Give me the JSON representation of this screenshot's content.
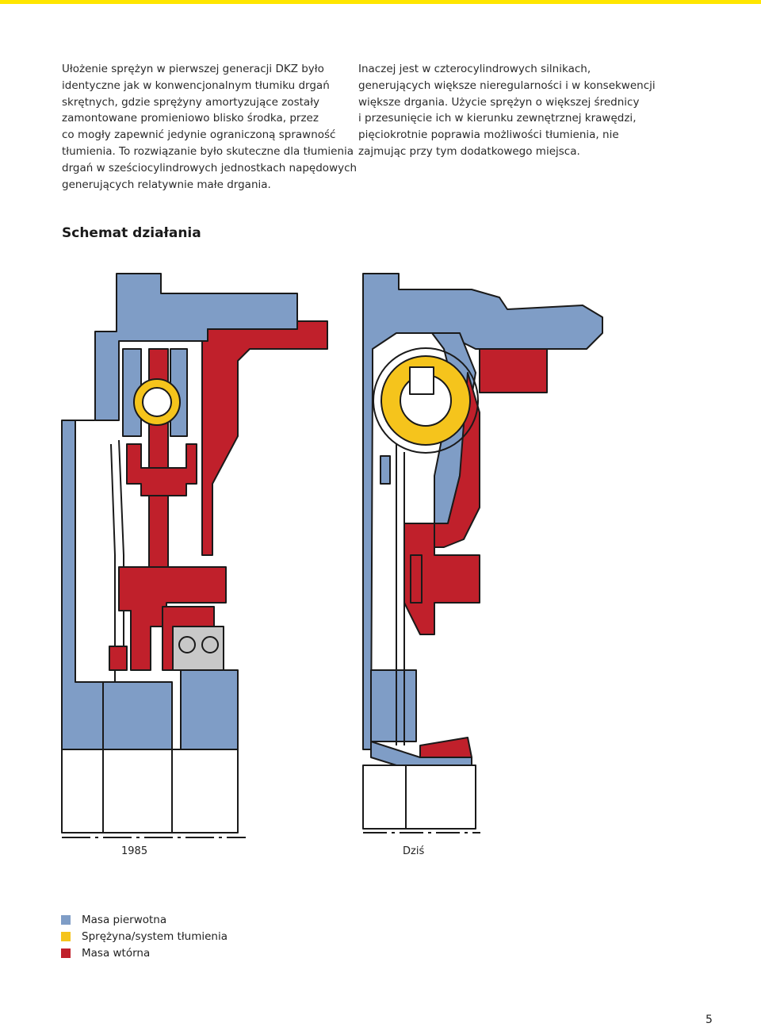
{
  "colors": {
    "primary_mass": "#7f9dc6",
    "spring": "#f5c41c",
    "secondary_mass": "#c0202b",
    "bearing": "#c8c8c8",
    "top_bar": "#ffe600"
  },
  "paragraphs": {
    "left": [
      "Ułożenie sprężyn w pierwszej generacji DKZ było",
      "identyczne jak w konwencjonalnym tłumiku drgań",
      "skrętnych, gdzie sprężyny amortyzujące zostały",
      "zamontowane promieniowo blisko środka, przez",
      "co mogły zapewnić jedynie ograniczoną sprawność",
      "tłumienia. To rozwiązanie było skuteczne dla tłumienia",
      "drgań w sześciocylindrowych jednostkach napędowych",
      "generujących relatywnie małe drgania."
    ],
    "right": [
      "Inaczej jest w czterocylindrowych silnikach,",
      "generujących większe nieregularności i w konsekwencji",
      "większe drgania. Użycie sprężyn o większej średnicy",
      "i przesunięcie ich w kierunku zewnętrznej krawędzi,",
      "pięciokrotnie poprawia możliwości tłumienia, nie",
      "zajmując przy tym dodatkowego miejsca."
    ]
  },
  "section_title": "Schemat działania",
  "captions": {
    "left": "1985",
    "right": "Dziś"
  },
  "legend": [
    {
      "label": "Masa pierwotna",
      "color": "#7f9dc6"
    },
    {
      "label": "Sprężyna/system tłumienia",
      "color": "#f5c41c"
    },
    {
      "label": "Masa wtórna",
      "color": "#c0202b"
    }
  ],
  "page_number": "5"
}
